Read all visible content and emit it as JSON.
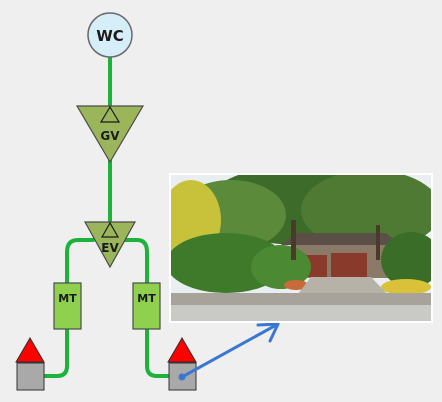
{
  "nodes": {
    "wc": {
      "label": "WC"
    },
    "gv": {
      "label": "GV"
    },
    "ev": {
      "label": "EV"
    },
    "mt_left": {
      "label": "MT"
    },
    "mt_right": {
      "label": "MT"
    }
  },
  "colors": {
    "background": "#efefef",
    "pipe": "#1db33b",
    "wc_fill": "#d6eef8",
    "valve_fill": "#9bb65a",
    "meter_fill": "#8fd04e",
    "roof": "#ff0000",
    "house": "#a9a9a9",
    "arrow": "#3a77d3"
  },
  "icons": {
    "house": "house-icon",
    "photo": "house-photo"
  }
}
